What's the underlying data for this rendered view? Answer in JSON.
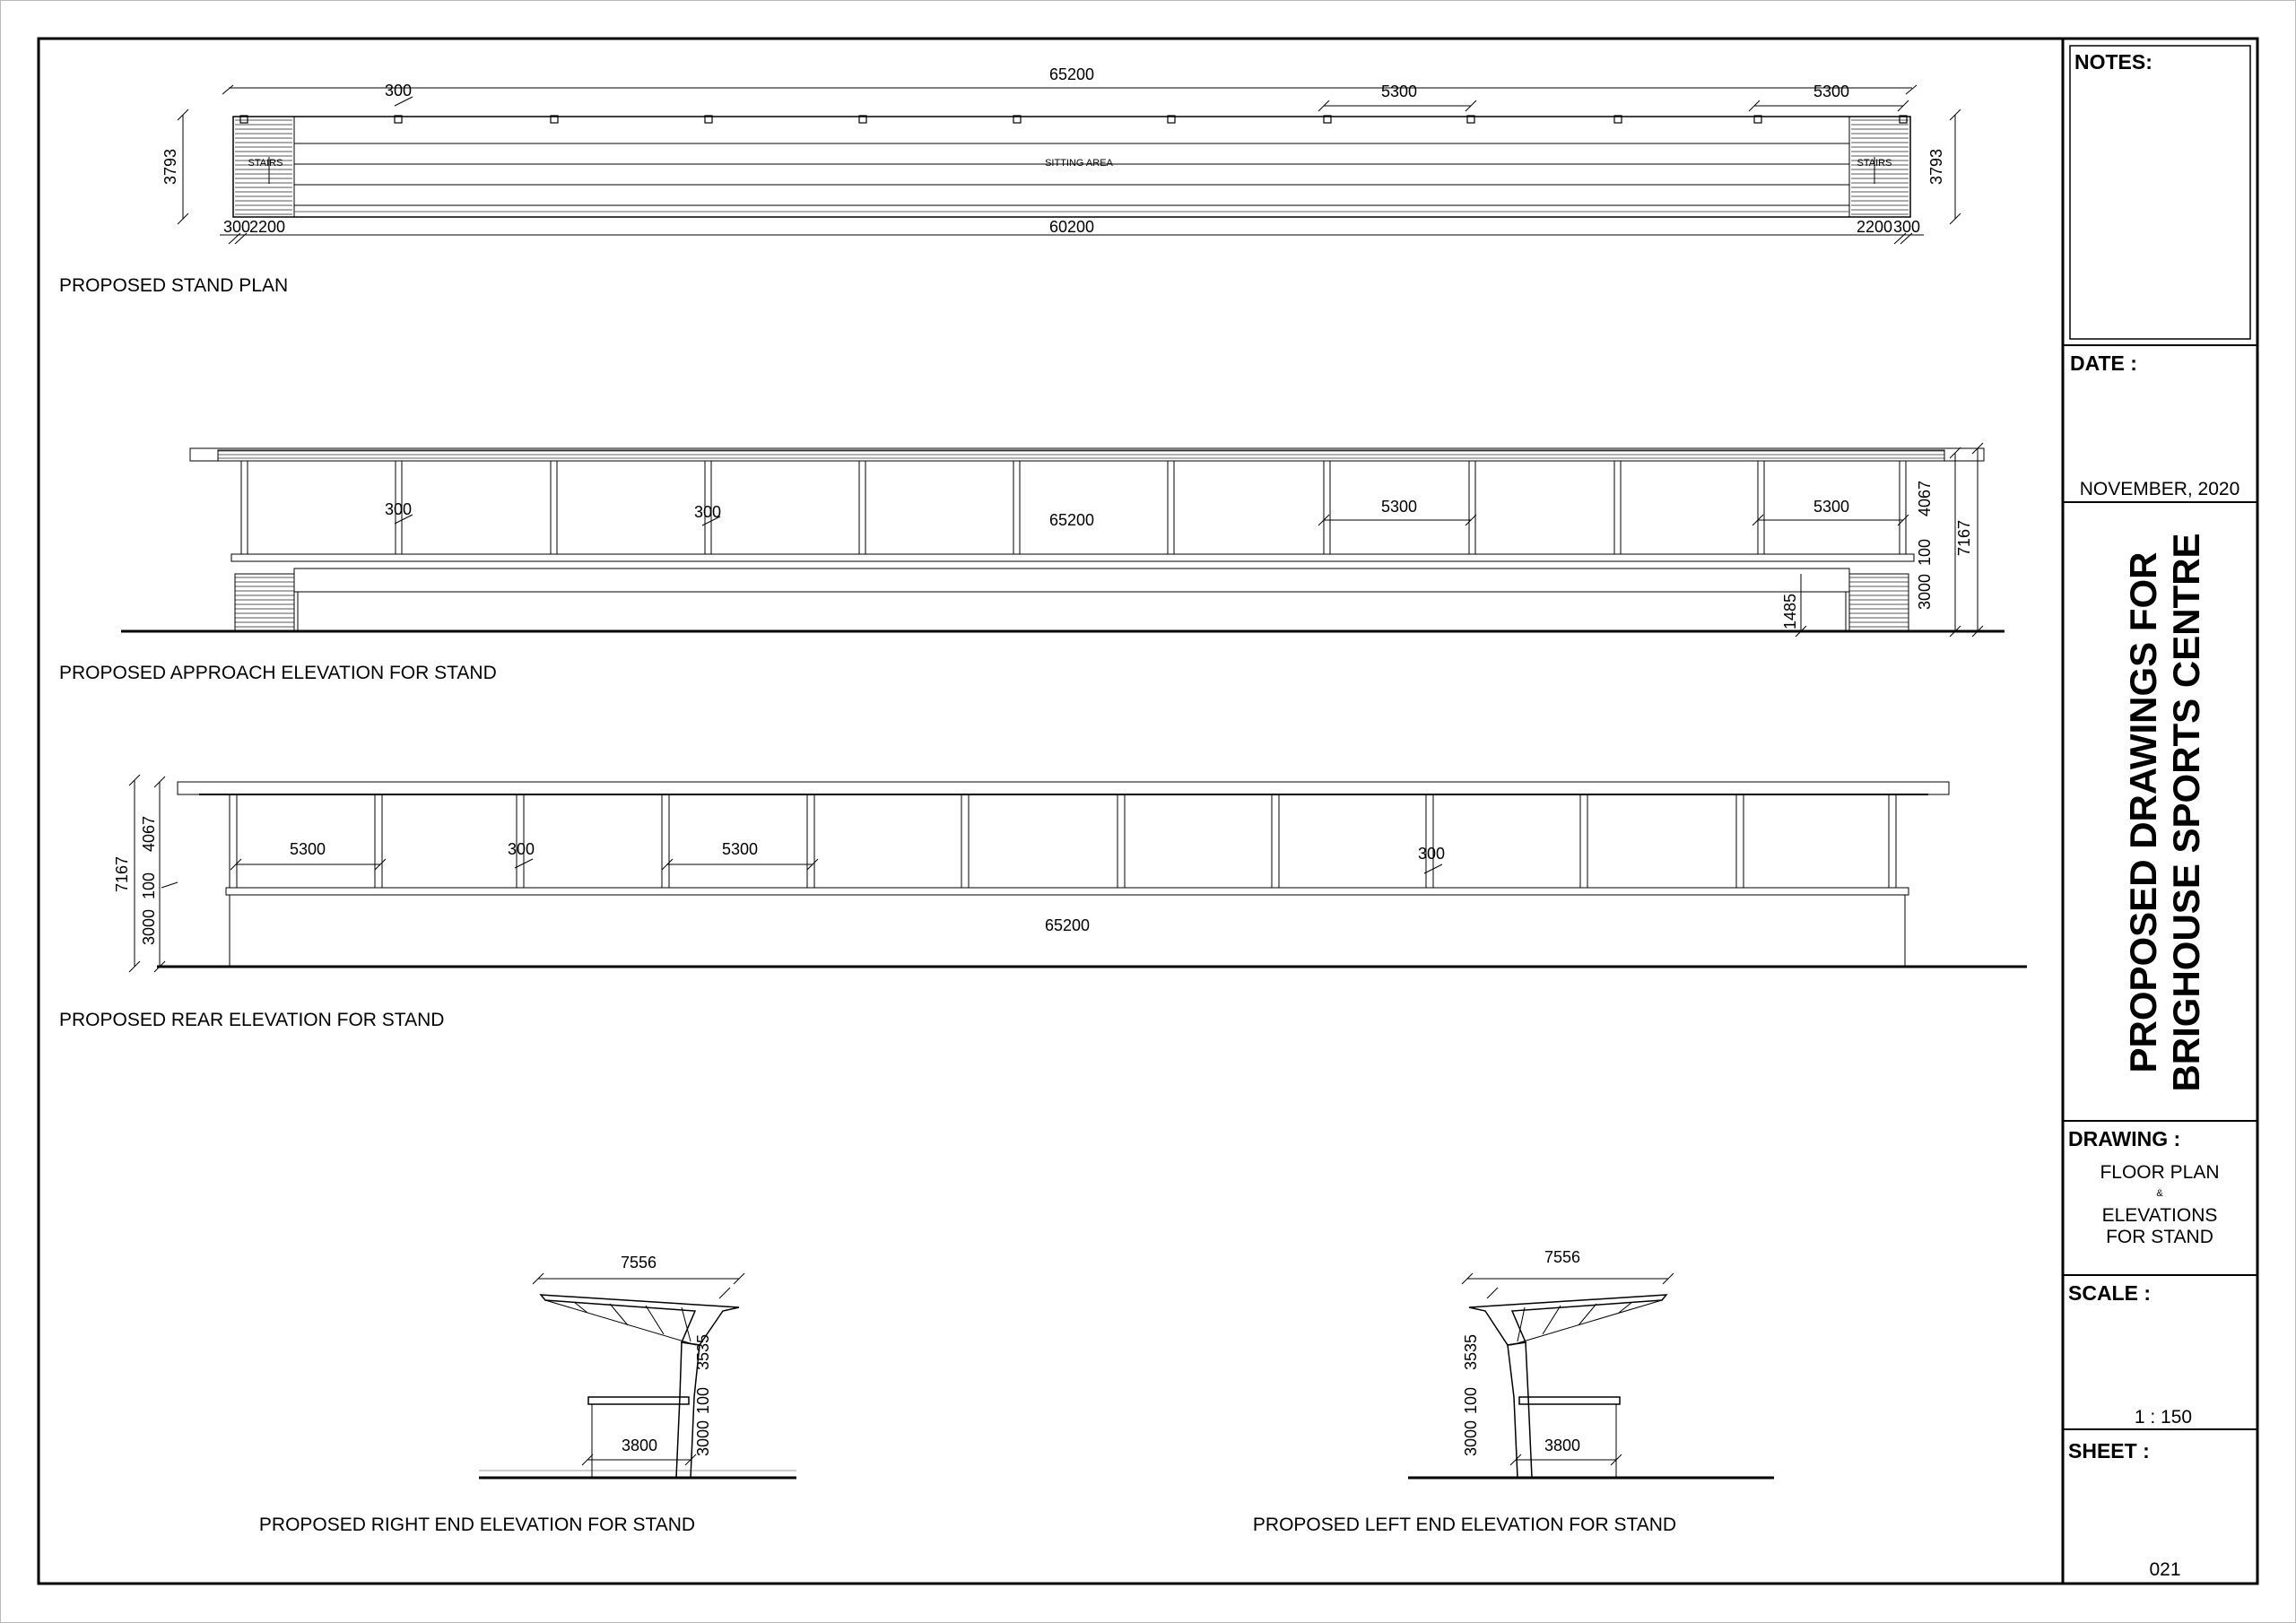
{
  "plan": {
    "overall": "65200",
    "end_gap": "300",
    "bay_a": "5300",
    "bay_b": "5300",
    "depth_left": "3793",
    "depth_right": "3793",
    "stair_left_a": "300",
    "stair_left_b": "2200",
    "stair_right_a": "2200",
    "stair_right_b": "300",
    "inner": "60200",
    "stairs_left": "STAIRS",
    "stairs_right": "STAIRS",
    "sitting": "SITTING AREA",
    "caption": "PROPOSED STAND PLAN"
  },
  "approach": {
    "gap_a": "300",
    "gap_b": "300",
    "overall": "65200",
    "bay_a": "5300",
    "bay_b": "5300",
    "roof_h": "4067",
    "slab": "100",
    "base_h": "3000",
    "total_h": "7167",
    "seat_h": "1485",
    "caption": "PROPOSED APPROACH ELEVATION FOR STAND"
  },
  "rear": {
    "total_h": "7167",
    "roof_h": "4067",
    "slab": "100",
    "base_h": "3000",
    "bay_a": "5300",
    "gap_a": "300",
    "bay_b": "5300",
    "gap_b": "300",
    "overall": "65200",
    "caption": "PROPOSED REAR ELEVATION FOR STAND"
  },
  "right_end": {
    "width": "7556",
    "roof_h": "3535",
    "slab": "100",
    "base_h": "3000",
    "seat_w": "3800",
    "caption": "PROPOSED RIGHT END ELEVATION FOR STAND"
  },
  "left_end": {
    "width": "7556",
    "roof_h": "3535",
    "slab": "100",
    "base_h": "3000",
    "seat_w": "3800",
    "caption": "PROPOSED LEFT END ELEVATION FOR STAND"
  },
  "title_block": {
    "notes_label": "NOTES:",
    "date_label": "DATE :",
    "date_value": "NOVEMBER, 2020",
    "project_line1": "PROPOSED DRAWINGS FOR",
    "project_line2": "BRIGHOUSE SPORTS CENTRE",
    "drawing_label": "DRAWING :",
    "drawing_l1": "FLOOR PLAN",
    "drawing_l2": "&",
    "drawing_l3": "ELEVATIONS",
    "drawing_l4": "FOR STAND",
    "scale_label": "SCALE :",
    "scale_value": "1 : 150",
    "sheet_label": "SHEET :",
    "sheet_value": "021"
  }
}
